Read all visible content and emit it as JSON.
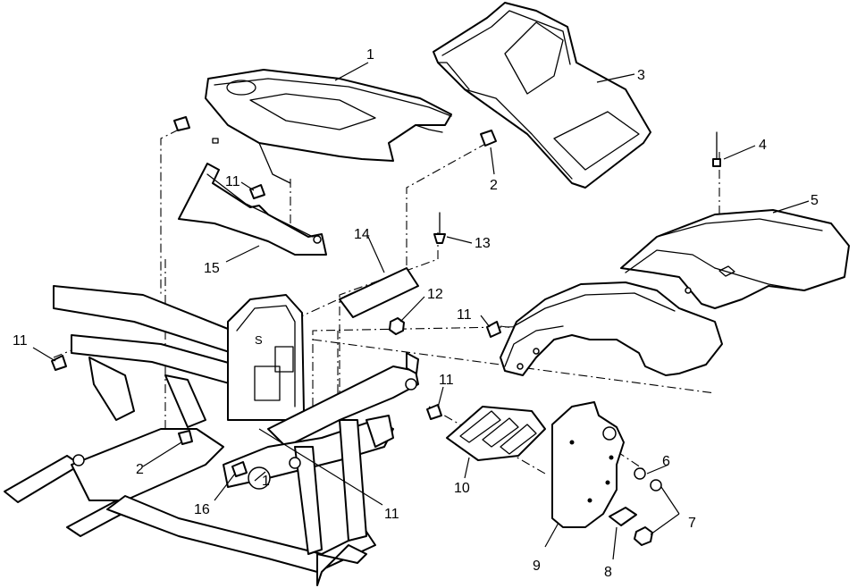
{
  "diagram": {
    "callouts": [
      {
        "id": "c1a",
        "label": "1"
      },
      {
        "id": "c1b",
        "label": "1"
      },
      {
        "id": "c2a",
        "label": "2"
      },
      {
        "id": "c2b",
        "label": "2"
      },
      {
        "id": "c3",
        "label": "3"
      },
      {
        "id": "c4",
        "label": "4"
      },
      {
        "id": "c5",
        "label": "5"
      },
      {
        "id": "c6",
        "label": "6"
      },
      {
        "id": "c7",
        "label": "7"
      },
      {
        "id": "c8",
        "label": "8"
      },
      {
        "id": "c9",
        "label": "9"
      },
      {
        "id": "c10",
        "label": "10"
      },
      {
        "id": "c11a",
        "label": "11"
      },
      {
        "id": "c11b",
        "label": "11"
      },
      {
        "id": "c11c",
        "label": "11"
      },
      {
        "id": "c11d",
        "label": "11"
      },
      {
        "id": "c11e",
        "label": "11"
      },
      {
        "id": "c12",
        "label": "12"
      },
      {
        "id": "c13",
        "label": "13"
      },
      {
        "id": "c14",
        "label": "14"
      },
      {
        "id": "c15",
        "label": "15"
      },
      {
        "id": "c16",
        "label": "16"
      }
    ]
  }
}
